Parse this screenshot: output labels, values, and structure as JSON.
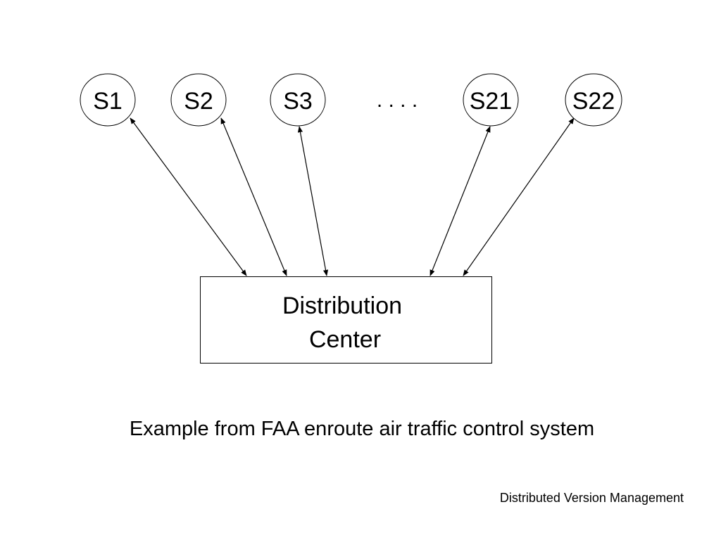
{
  "diagram": {
    "nodes": [
      {
        "id": "s1",
        "label": "S1"
      },
      {
        "id": "s2",
        "label": "S2"
      },
      {
        "id": "s3",
        "label": "S3"
      },
      {
        "id": "s21",
        "label": "S21"
      },
      {
        "id": "s22",
        "label": "S22"
      }
    ],
    "ellipsis": ". . . .",
    "center": {
      "line1": "Distribution",
      "line2": "Center"
    },
    "edges": [
      {
        "from": "s1",
        "to": "center",
        "bidirectional": true
      },
      {
        "from": "s2",
        "to": "center",
        "bidirectional": true
      },
      {
        "from": "s3",
        "to": "center",
        "bidirectional": true
      },
      {
        "from": "s21",
        "to": "center",
        "bidirectional": true
      },
      {
        "from": "s22",
        "to": "center",
        "bidirectional": true
      }
    ]
  },
  "caption": "Example from FAA enroute air traffic control system",
  "footer": "Distributed Version Management"
}
